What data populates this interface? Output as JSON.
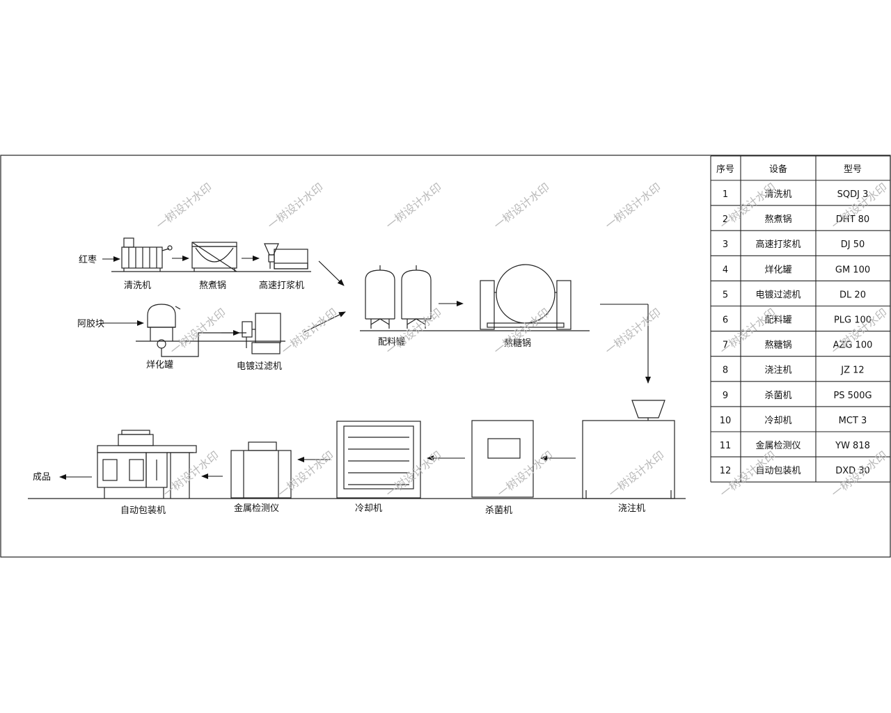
{
  "inputs": {
    "hongzao": "红枣",
    "ajiao": "阿胶块"
  },
  "output": "成品",
  "labels": {
    "cleaner": "清洗机",
    "cooker": "熬煮锅",
    "pulper": "高速打浆机",
    "melt_tank": "烊化罐",
    "filter": "电镀过滤机",
    "mixing_tank": "配料罐",
    "cooking_pot": "熬糖锅",
    "pour_machine": "浇注机",
    "sterilizer": "杀菌机",
    "cooler": "冷却机",
    "metal_detector": "金属检测仪",
    "packer": "自动包装机"
  },
  "table": {
    "headers": [
      "序号",
      "设备",
      "型号"
    ],
    "rows": [
      [
        "1",
        "清洗机",
        "SQDJ 3"
      ],
      [
        "2",
        "熬煮锅",
        "DHT 80"
      ],
      [
        "3",
        "高速打浆机",
        "DJ 50"
      ],
      [
        "4",
        "烊化罐",
        "GM 100"
      ],
      [
        "5",
        "电镀过滤机",
        "DL 20"
      ],
      [
        "6",
        "配料罐",
        "PLG 100"
      ],
      [
        "7",
        "熬糖锅",
        "AZG 100"
      ],
      [
        "8",
        "浇注机",
        "JZ 12"
      ],
      [
        "9",
        "杀菌机",
        "PS 500G"
      ],
      [
        "10",
        "冷却机",
        "MCT 3"
      ],
      [
        "11",
        "金属检测仪",
        "YW 818"
      ],
      [
        "12",
        "自动包装机",
        "DXD 30"
      ]
    ]
  },
  "watermark": "一树设计水印"
}
